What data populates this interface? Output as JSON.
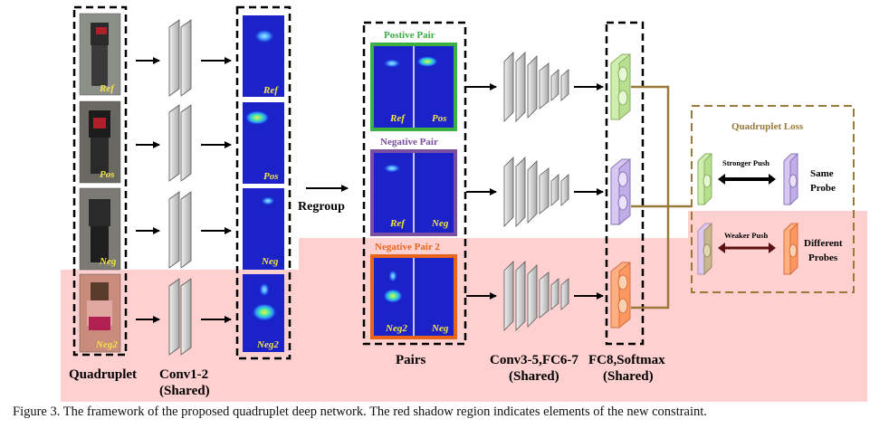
{
  "figure": {
    "caption": "Figure 3. The framework of the proposed quadruplet deep network. The red shadow region indicates elements of the new constraint.",
    "colors": {
      "shadow": "#ffd0d0",
      "positive": "#3cb043",
      "negative": "#7a4ea0",
      "negative2": "#e8641a",
      "loss_border": "#9a7a3a",
      "heatmap_bg": "#1a22c8"
    },
    "columns": {
      "quadruplet": "Quadruplet",
      "conv12_line1": "Conv1-2",
      "conv12_line2": "(Shared)",
      "pairs": "Pairs",
      "conv35_line1": "Conv3-5,FC6-7",
      "conv35_line2": "(Shared)",
      "fc8_line1": "FC8,Softmax",
      "fc8_line2": "(Shared)"
    },
    "images": {
      "ref": "Ref",
      "pos": "Pos",
      "neg": "Neg",
      "neg2": "Neg2"
    },
    "regroup": "Regroup",
    "pairs": {
      "positive": {
        "title": "Postive Pair",
        "left": "Ref",
        "right": "Pos"
      },
      "negative": {
        "title": "Negative Pair",
        "left": "Ref",
        "right": "Neg"
      },
      "negative2": {
        "title": "Negative Pair 2",
        "left": "Neg2",
        "right": "Neg"
      }
    },
    "loss": {
      "title": "Quadruplet Loss",
      "stronger": "Stronger Push",
      "weaker": "Weaker Push",
      "same_line1": "Same",
      "same_line2": "Probe",
      "diff_line1": "Different",
      "diff_line2": "Probes"
    }
  }
}
